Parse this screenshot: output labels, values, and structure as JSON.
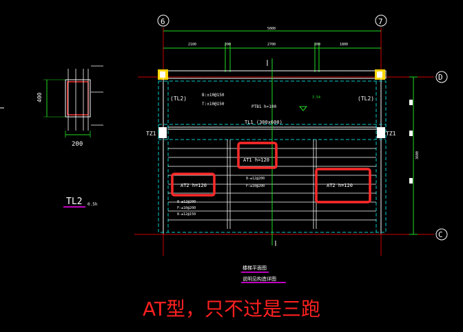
{
  "grid_axes": {
    "left_col": "6",
    "right_col": "7",
    "top_row": "D",
    "bottom_row": "C"
  },
  "section": {
    "height_label": "400",
    "width_label": "200",
    "beam_label": "TL2",
    "beam_suffix": "0.5h"
  },
  "plan": {
    "overall_dim": "5000",
    "sub_dims": [
      "2100",
      "200",
      "2700",
      "200",
      "1800"
    ],
    "side_dim": "3600",
    "beam_TL1": "TL1  (300x600)",
    "beam_TL2_left": "(TL2)",
    "beam_TL2_right": "(TL2)",
    "TZ_left": "TZ1",
    "TZ_right": "TZ1",
    "slab_pt": "PTB1  h=100",
    "slab_rebar_1": "B:±10@150",
    "slab_rebar_2": "T:±10@150",
    "level_mark": "3.54",
    "flight_mid": "AT1  h=120",
    "flight_left": "AT2  h=120",
    "flight_right": "AT2  h=120",
    "mid_note_1": "8-±12@200",
    "mid_note_2": "F:±10@200",
    "left_note_1": "8-±12@200",
    "left_note_2": "F:±10@200",
    "left_note_3": "8-±12@150",
    "title_1": "楼梯平面图",
    "title_2": "说明见构造详图"
  },
  "caption": "AT型，只不过是三跑",
  "colors": {
    "background": "#000000",
    "dimension_green": "#22dd22",
    "wall_white": "#ffffff",
    "cyan_dash": "#00cccc",
    "highlight_red": "#ff2a2a",
    "magenta": "#ff00ff",
    "axis_red": "#cc0000"
  }
}
